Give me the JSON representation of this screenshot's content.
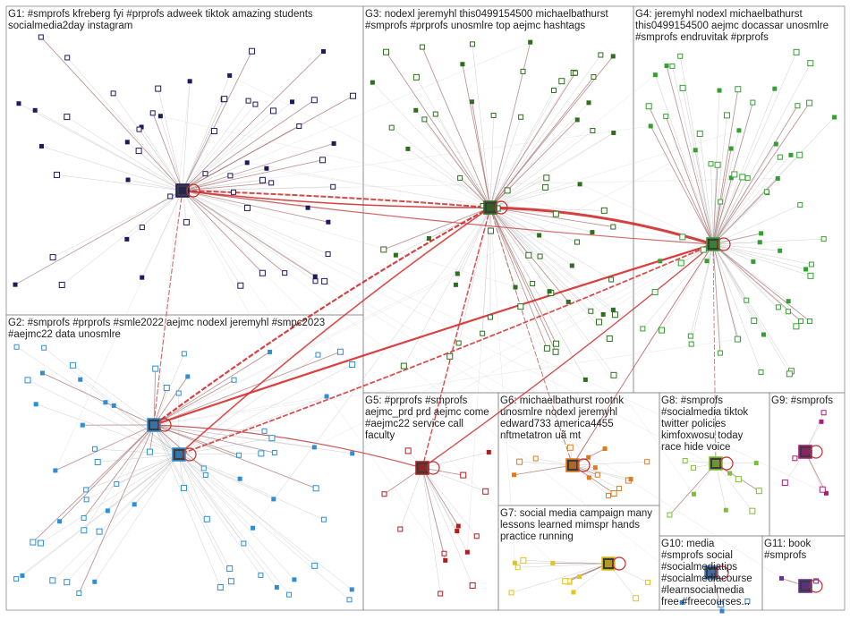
{
  "groups": [
    {
      "id": "G1",
      "lines": [
        "G1: #smprofs kfreberg fyi #prprofs adweek tiktok amazing students",
        "socialmedia2day instagram"
      ],
      "color": "#1f1a5e"
    },
    {
      "id": "G2",
      "lines": [
        "G2: #smprofs #prprofs #smle2022 aejmc nodexl jeremyhl #smpc2023",
        "#aejmc22 data unosmlre"
      ],
      "color": "#2f8fd6"
    },
    {
      "id": "G3",
      "lines": [
        "G3: nodexl jeremyhl this0499154500 michaelbathurst",
        "#smprofs #prprofs unosmlre top aejmc hashtags"
      ],
      "color": "#2e6e1e"
    },
    {
      "id": "G4",
      "lines": [
        "G4: jeremyhl nodexl michaelbathurst",
        "this0499154500 aejmc docassar unosmlre",
        "#smprofs endruvitak #prprofs"
      ],
      "color": "#33a12f"
    },
    {
      "id": "G5",
      "lines": [
        "G5: #prprofs #smprofs",
        "aejmc_prd prd aejmc come",
        "#aejmc22 service call",
        "faculty"
      ],
      "color": "#b21d1d"
    },
    {
      "id": "G6",
      "lines": [
        "G6: michaelbathurst rootnk",
        "unosmlre nodexl jeremyhl",
        "edward733 america4455",
        "nftmetatron uã mt"
      ],
      "color": "#e07a1e"
    },
    {
      "id": "G7",
      "lines": [
        "G7: social media campaign many",
        "lessons learned mimspr hands",
        "practice running"
      ],
      "color": "#e6c21a"
    },
    {
      "id": "G8",
      "lines": [
        "G8: #smprofs",
        "#socialmedia tiktok",
        "twitter policies",
        "kimfoxwosu today",
        "race hide voice"
      ],
      "color": "#7fbf2f"
    },
    {
      "id": "G9",
      "lines": [
        "G9: #smprofs"
      ],
      "color": "#b01a7a"
    },
    {
      "id": "G10",
      "lines": [
        "G10: media",
        "#smprofs social",
        "#socialmediatips",
        "#socialmediacourse",
        "#learnsocialmedia",
        "free #freecourses..."
      ],
      "color": "#3a7fd0"
    },
    {
      "id": "G11",
      "lines": [
        "G11: book",
        "#smprofs"
      ],
      "color": "#6a2fa0"
    }
  ]
}
